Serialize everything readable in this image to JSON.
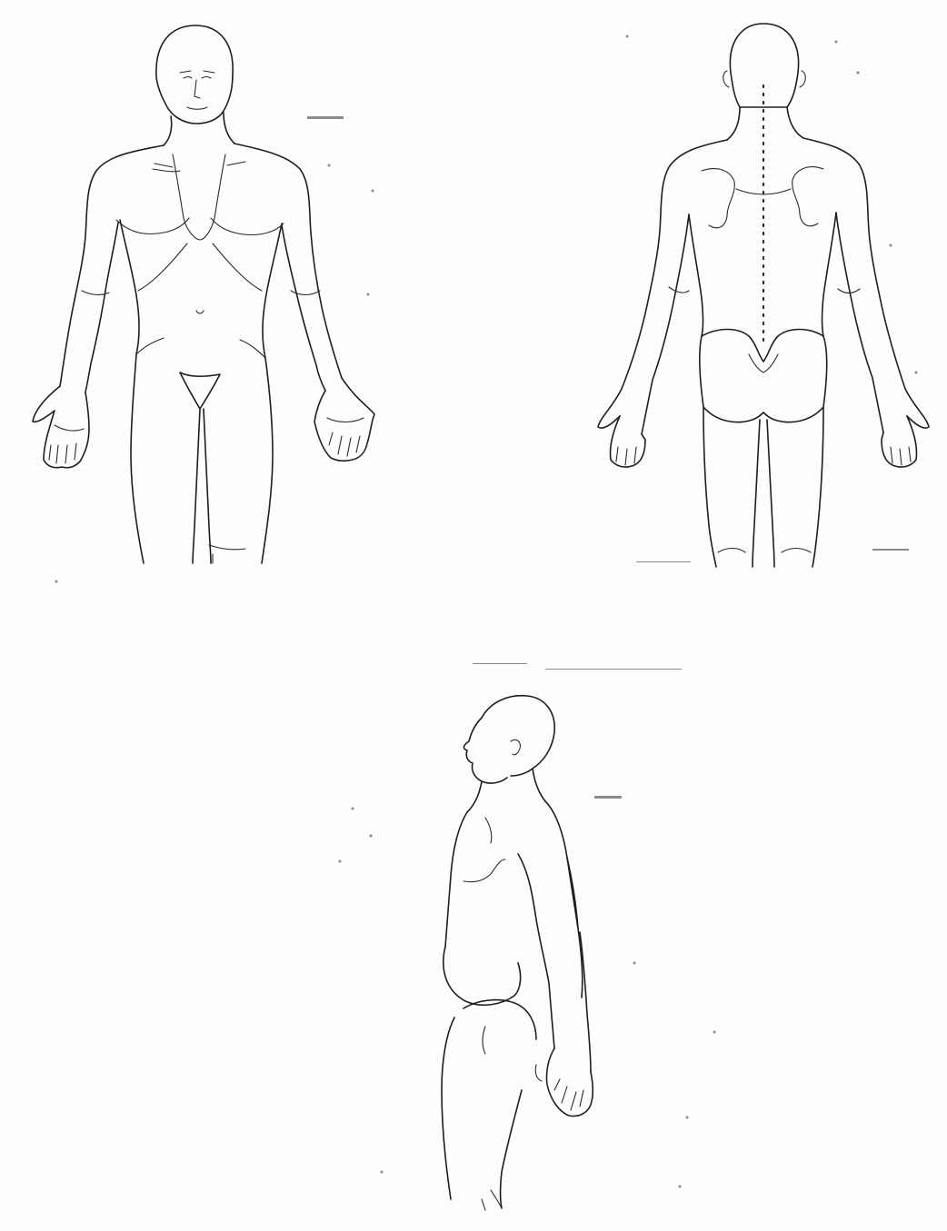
{
  "diagram": {
    "views": [
      {
        "id": "front",
        "label": ""
      },
      {
        "id": "back",
        "label": ""
      },
      {
        "id": "side",
        "label": ""
      }
    ]
  }
}
